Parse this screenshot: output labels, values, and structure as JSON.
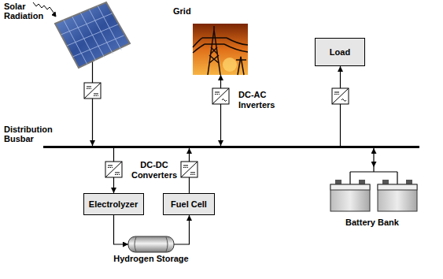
{
  "diagram": {
    "nodes": [
      {
        "text": [
          "Solar Radiation"
        ]
      },
      {
        "text": [
          "Grid"
        ]
      },
      {
        "text": [
          "Load"
        ]
      },
      {
        "text": [
          "Distribution Busbar"
        ]
      },
      {
        "text": [
          "Electrolyzer"
        ]
      },
      {
        "text": [
          "Fuel Cell"
        ]
      },
      {
        "text": [
          "Hydrogen Storage"
        ]
      },
      {
        "text": [
          "Battery Bank"
        ]
      }
    ],
    "edges": [
      {
        "from": 0,
        "to": 3,
        "arrow": "to"
      },
      {
        "from": 3,
        "to": 1,
        "arrow": "both"
      },
      {
        "from": 3,
        "to": 2,
        "arrow": "to"
      },
      {
        "from": 3,
        "to": 4,
        "arrow": "to"
      },
      {
        "from": 5,
        "to": 3,
        "arrow": "to"
      },
      {
        "from": 3,
        "to": 7,
        "arrow": "both"
      },
      {
        "from": 4,
        "to": 6,
        "arrow": "to"
      },
      {
        "from": 6,
        "to": 5,
        "arrow": "to"
      }
    ],
    "labels": [
      "DC-AC Inverters",
      "DC-DC Converters"
    ]
  }
}
